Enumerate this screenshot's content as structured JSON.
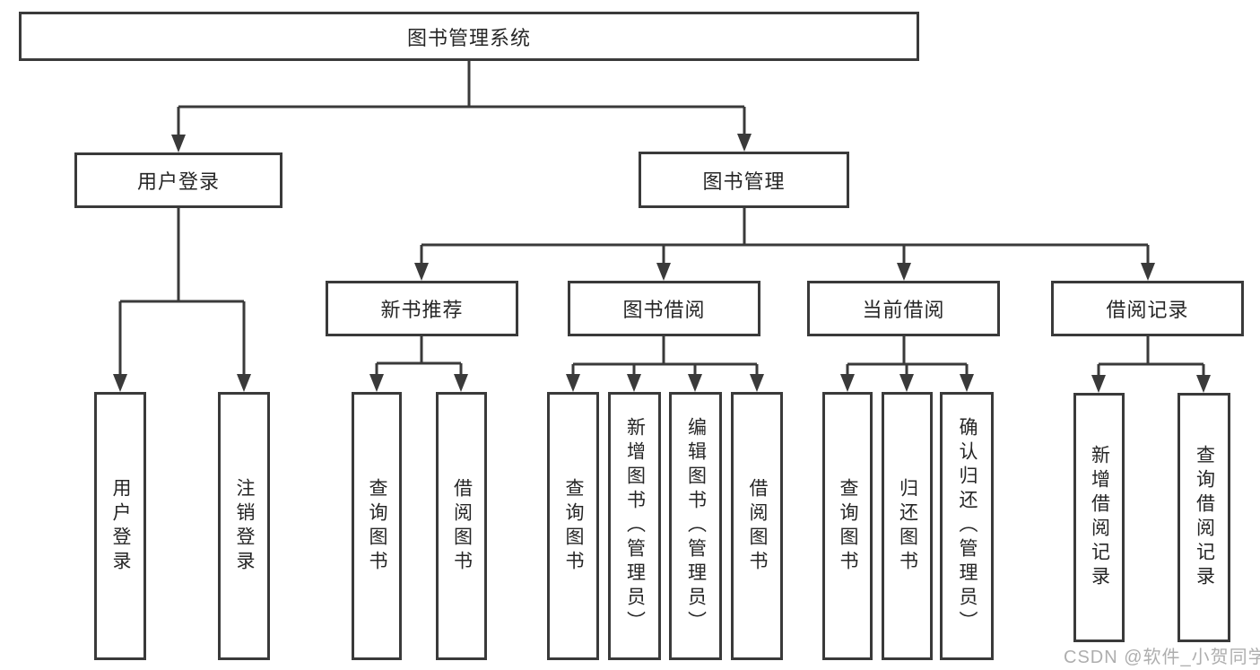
{
  "diagram": {
    "root": {
      "label": "图书管理系统"
    },
    "level2": [
      {
        "label": "用户登录"
      },
      {
        "label": "图书管理"
      }
    ],
    "level3": [
      {
        "label": "新书推荐"
      },
      {
        "label": "图书借阅"
      },
      {
        "label": "当前借阅"
      },
      {
        "label": "借阅记录"
      }
    ],
    "leaves": {
      "login": [
        "用户登录",
        "注销登录"
      ],
      "newbook": [
        "查询图书",
        "借阅图书"
      ],
      "borrow": [
        "查询图书",
        "新增图书（管理员）",
        "编辑图书（管理员）",
        "借阅图书"
      ],
      "current": [
        "查询图书",
        "归还图书",
        "确认归还（管理员）"
      ],
      "records": [
        "新增借阅记录",
        "查询借阅记录"
      ]
    }
  },
  "watermark": "CSDN @软件_小贺同学",
  "colors": {
    "line": "#3a3a3a",
    "text": "#262626",
    "watermark": "#a0a0a0",
    "background": "#ffffff"
  }
}
